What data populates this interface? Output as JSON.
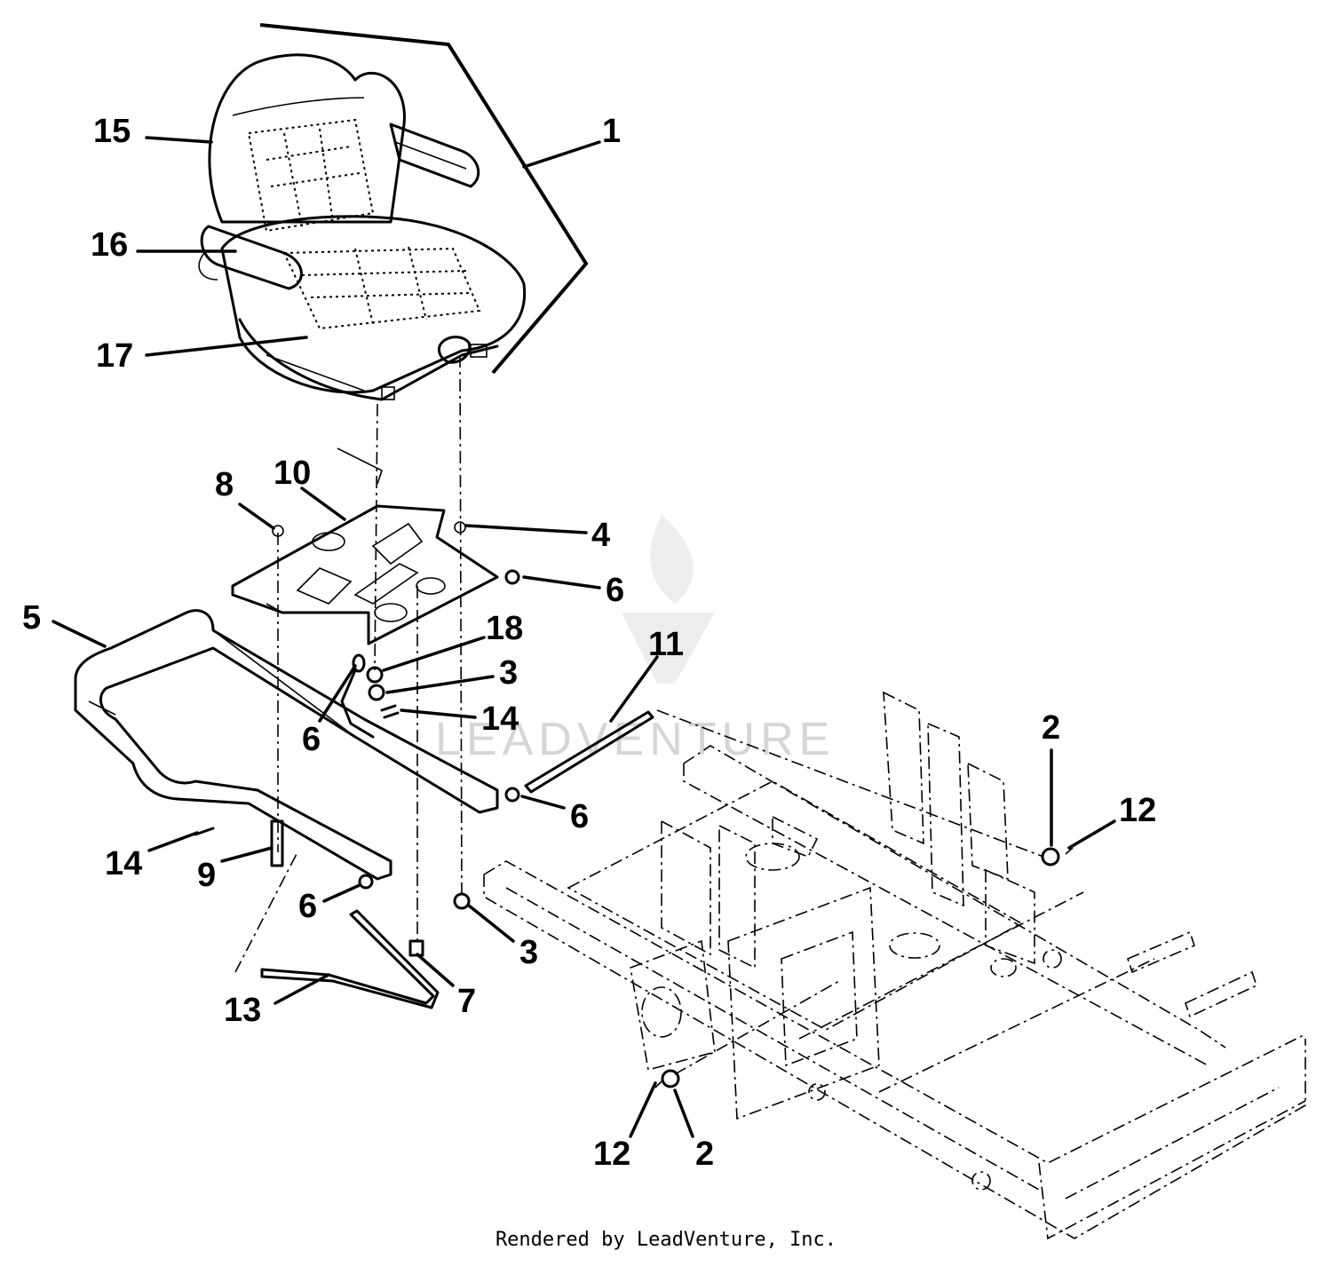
{
  "callouts": {
    "c1": "1",
    "c2a": "2",
    "c2b": "2",
    "c3a": "3",
    "c3b": "3",
    "c4": "4",
    "c5": "5",
    "c6a": "6",
    "c6b": "6",
    "c6c": "6",
    "c6d": "6",
    "c7": "7",
    "c8": "8",
    "c9": "9",
    "c10": "10",
    "c11": "11",
    "c12a": "12",
    "c12b": "12",
    "c13": "13",
    "c14a": "14",
    "c14b": "14",
    "c15": "15",
    "c16": "16",
    "c17": "17",
    "c18": "18"
  },
  "watermark": "LEADVENTURE",
  "footer": "Rendered by LeadVenture, Inc."
}
